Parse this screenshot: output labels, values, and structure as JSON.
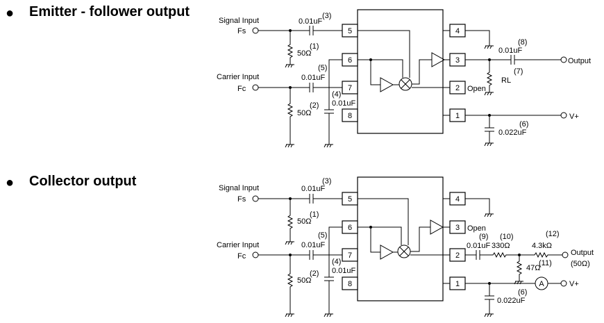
{
  "bullet_glyph": "●",
  "sections": [
    {
      "heading": "Emitter - follower output",
      "labels": {
        "signal_input": "Signal Input",
        "fs": "Fs",
        "carrier_input": "Carrier Input",
        "fc": "Fc",
        "cap_signal": "0.01uF",
        "note_cap_signal": "(3)",
        "res_signal": "50Ω",
        "note_res_signal": "(1)",
        "cap_carrier": "0.01uF",
        "note_cap_carrier": "(5)",
        "res_carrier": "50Ω",
        "note_res_carrier": "(2)",
        "cap_pin8": "0.01uF",
        "note_cap_pin8": "(4)",
        "pin5": "5",
        "pin6": "6",
        "pin7": "7",
        "pin8": "8",
        "pin4": "4",
        "pin3": "3",
        "pin2": "2",
        "pin1": "1",
        "pin2_note": "Open",
        "cap_out": "0.01uF",
        "note_cap_out": "(8)",
        "rl": "RL",
        "note_rl": "(7)",
        "output": "Output",
        "cap_vplus": "0.022uF",
        "note_cap_vplus": "(6)",
        "vplus": "V+"
      }
    },
    {
      "heading": "Collector output",
      "labels": {
        "signal_input": "Signal Input",
        "fs": "Fs",
        "carrier_input": "Carrier Input",
        "fc": "Fc",
        "cap_signal": "0.01uF",
        "note_cap_signal": "(3)",
        "res_signal": "50Ω",
        "note_res_signal": "(1)",
        "cap_carrier": "0.01uF",
        "note_cap_carrier": "(5)",
        "res_carrier": "50Ω",
        "note_res_carrier": "(2)",
        "cap_pin8": "0.01uF",
        "note_cap_pin8": "(4)",
        "pin5": "5",
        "pin6": "6",
        "pin7": "7",
        "pin8": "8",
        "pin4": "4",
        "pin3": "3",
        "pin2": "2",
        "pin1": "1",
        "pin3_note": "Open",
        "cap_out": "0.01uF",
        "note_cap_out": "(9)",
        "res_330": "330Ω",
        "note_res_330": "(10)",
        "res_4k3": "4.3kΩ",
        "note_res_4k3": "(12)",
        "res_47": "47Ω",
        "note_res_47": "(11)",
        "output": "Output",
        "output_imp": "(50Ω)",
        "cap_vplus": "0.022uF",
        "note_cap_vplus": "(6)",
        "ammeter": "A",
        "vplus": "V+"
      }
    }
  ]
}
